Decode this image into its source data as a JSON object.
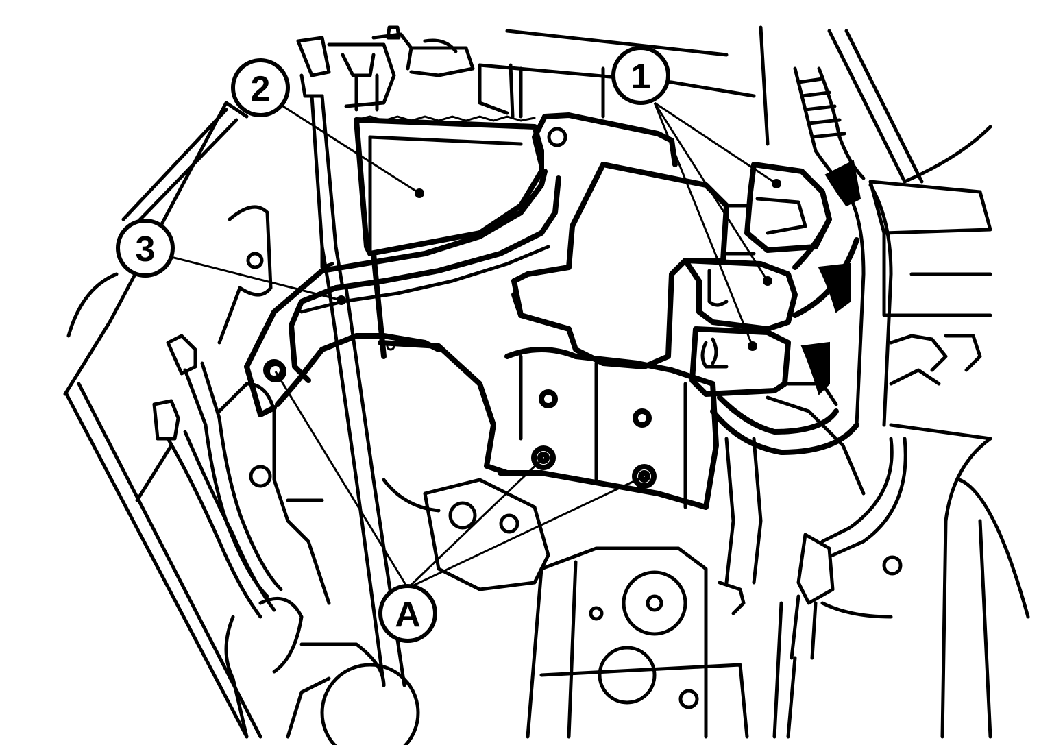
{
  "diagram": {
    "callouts": [
      {
        "id": "1",
        "label": "1"
      },
      {
        "id": "2",
        "label": "2"
      },
      {
        "id": "3",
        "label": "3"
      },
      {
        "id": "A",
        "label": "A"
      }
    ]
  },
  "colors": {
    "line": "#000000",
    "background": "#ffffff"
  }
}
